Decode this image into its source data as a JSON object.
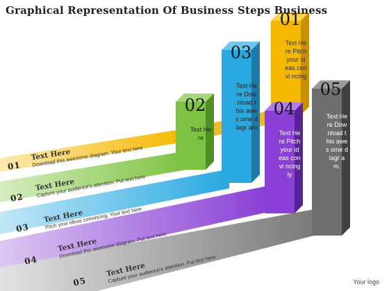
{
  "title": "Graphical Representation Of Business Steps Business",
  "logo": "Your logo",
  "colors": {
    "step1": "#f5b800",
    "step2": "#7dc242",
    "step3": "#29a8e0",
    "step4": "#8a3fd6",
    "step5": "#6e6e6e"
  },
  "steps": [
    {
      "number": "01",
      "heading": "Text Here",
      "subtext": "Download this awesome diagram. Your text here",
      "column_text": "Text Here Pitch your ideas convi ncing"
    },
    {
      "number": "02",
      "heading": "Text Here",
      "subtext": "Capture your audience's attention. Put text here",
      "column_text": "Text Here"
    },
    {
      "number": "03",
      "heading": "Text Here",
      "subtext": "Pitch your ideas convincing. Your text here",
      "column_text": "Text Here Dow nload this awes ome diagr am"
    },
    {
      "number": "04",
      "heading": "Text Here",
      "subtext": "Download this awesome diagram. Put text here",
      "column_text": "Text Here Pitch your ideas convi ncing ly"
    },
    {
      "number": "05",
      "heading": "Text Here",
      "subtext": "Capture your audience's attention. Put text here",
      "column_text": "Text Here Dow nload this awes ome diagr am."
    }
  ]
}
